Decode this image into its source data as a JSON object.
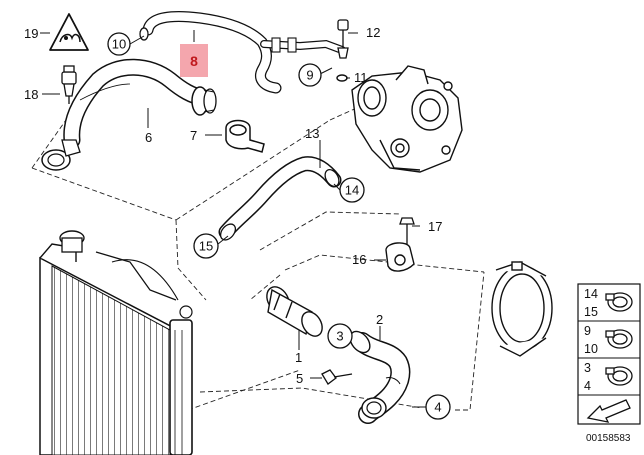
{
  "diagram": {
    "callouts": [
      {
        "id": "19",
        "text": "19"
      },
      {
        "id": "18",
        "text": "18"
      },
      {
        "id": "10",
        "text": "10"
      },
      {
        "id": "8",
        "text": "8",
        "highlighted": true
      },
      {
        "id": "12",
        "text": "12"
      },
      {
        "id": "9",
        "text": "9"
      },
      {
        "id": "11",
        "text": "11"
      },
      {
        "id": "6",
        "text": "6"
      },
      {
        "id": "7",
        "text": "7"
      },
      {
        "id": "13",
        "text": "13"
      },
      {
        "id": "14",
        "text": "14"
      },
      {
        "id": "15",
        "text": "15"
      },
      {
        "id": "17",
        "text": "17"
      },
      {
        "id": "16",
        "text": "16"
      },
      {
        "id": "1",
        "text": "1"
      },
      {
        "id": "3",
        "text": "3"
      },
      {
        "id": "2",
        "text": "2"
      },
      {
        "id": "5",
        "text": "5"
      },
      {
        "id": "4",
        "text": "4"
      }
    ],
    "legend_key": [
      {
        "top": "14",
        "bottom": "15"
      },
      {
        "top": "9",
        "bottom": "10"
      },
      {
        "top": "3",
        "bottom": "4"
      }
    ],
    "part_number": "00158583",
    "highlight_color": "#f4a6ad",
    "line_color": "#111111"
  }
}
